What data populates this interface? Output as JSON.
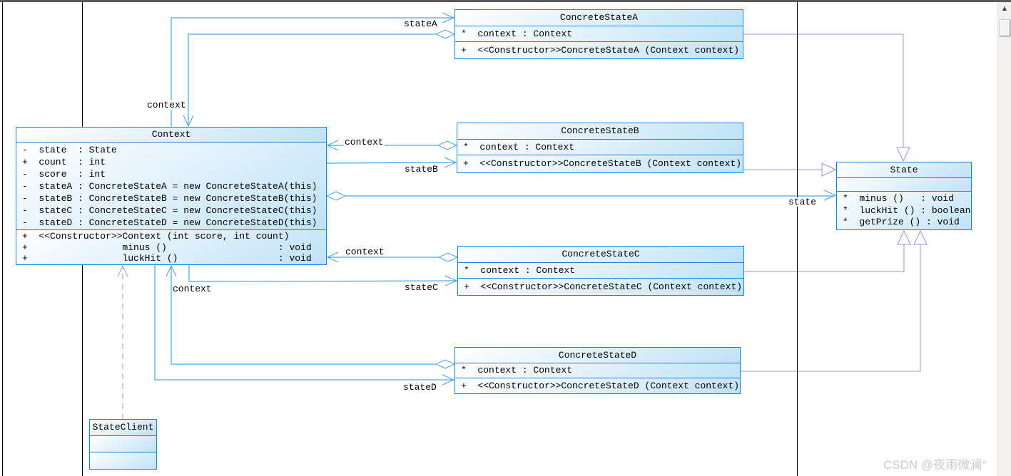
{
  "watermark": "CSDN @夜雨微澜°",
  "icons": {
    "scroll_up": "▲"
  },
  "colors": {
    "association_line": "#1f8feb",
    "association_marker": "#4aa0ee",
    "generalization_line": "#9496de",
    "dependency_line": "#8f9bdf",
    "box_border": "#1a82dd",
    "box_fill_from": "#ffffff",
    "box_fill_to": "#bfe2f7",
    "page_boundary_line": "#000000",
    "watermark_color": "#cbcbcb"
  },
  "classes": {
    "concreteStateA": {
      "title": "ConcreteStateA",
      "attrs": [
        "*  context : Context"
      ],
      "methods": [
        "+  <<Constructor>>ConcreteStateA (Context context)"
      ]
    },
    "concreteStateB": {
      "title": "ConcreteStateB",
      "attrs": [
        "*  context : Context"
      ],
      "methods": [
        "+  <<Constructor>>ConcreteStateB (Context context)"
      ]
    },
    "concreteStateC": {
      "title": "ConcreteStateC",
      "attrs": [
        "*  context : Context"
      ],
      "methods": [
        "+  <<Constructor>>ConcreteStateC (Context context)"
      ]
    },
    "concreteStateD": {
      "title": "ConcreteStateD",
      "attrs": [
        "*  context : Context"
      ],
      "methods": [
        "+  <<Constructor>>ConcreteStateD (Context context)"
      ]
    },
    "context": {
      "title": "Context",
      "attrs": [
        "-  state  : State",
        "+  count  : int",
        "-  score  : int",
        "-  stateA : ConcreteStateA = new ConcreteStateA(this)",
        "-  stateB : ConcreteStateB = new ConcreteStateB(this)",
        "-  stateC : ConcreteStateC = new ConcreteStateC(this)",
        "-  stateD : ConcreteStateD = new ConcreteStateD(this)"
      ],
      "methods": [
        "+  <<Constructor>>Context (int score, int count)",
        "+                 minus ()                    : void",
        "+                 luckHit ()                  : void"
      ]
    },
    "state": {
      "title": "State",
      "methods": [
        "*  minus ()   : void",
        "*  luckHit () : boolean",
        "*  getPrize () : void"
      ]
    },
    "stateClient": {
      "title": "StateClient"
    }
  },
  "edges": {
    "stateA": "stateA",
    "stateB": "stateB",
    "stateC": "stateC",
    "stateD": "stateD",
    "state": "state",
    "contextA": "context",
    "contextB": "context",
    "contextC": "context",
    "contextD": "context"
  }
}
